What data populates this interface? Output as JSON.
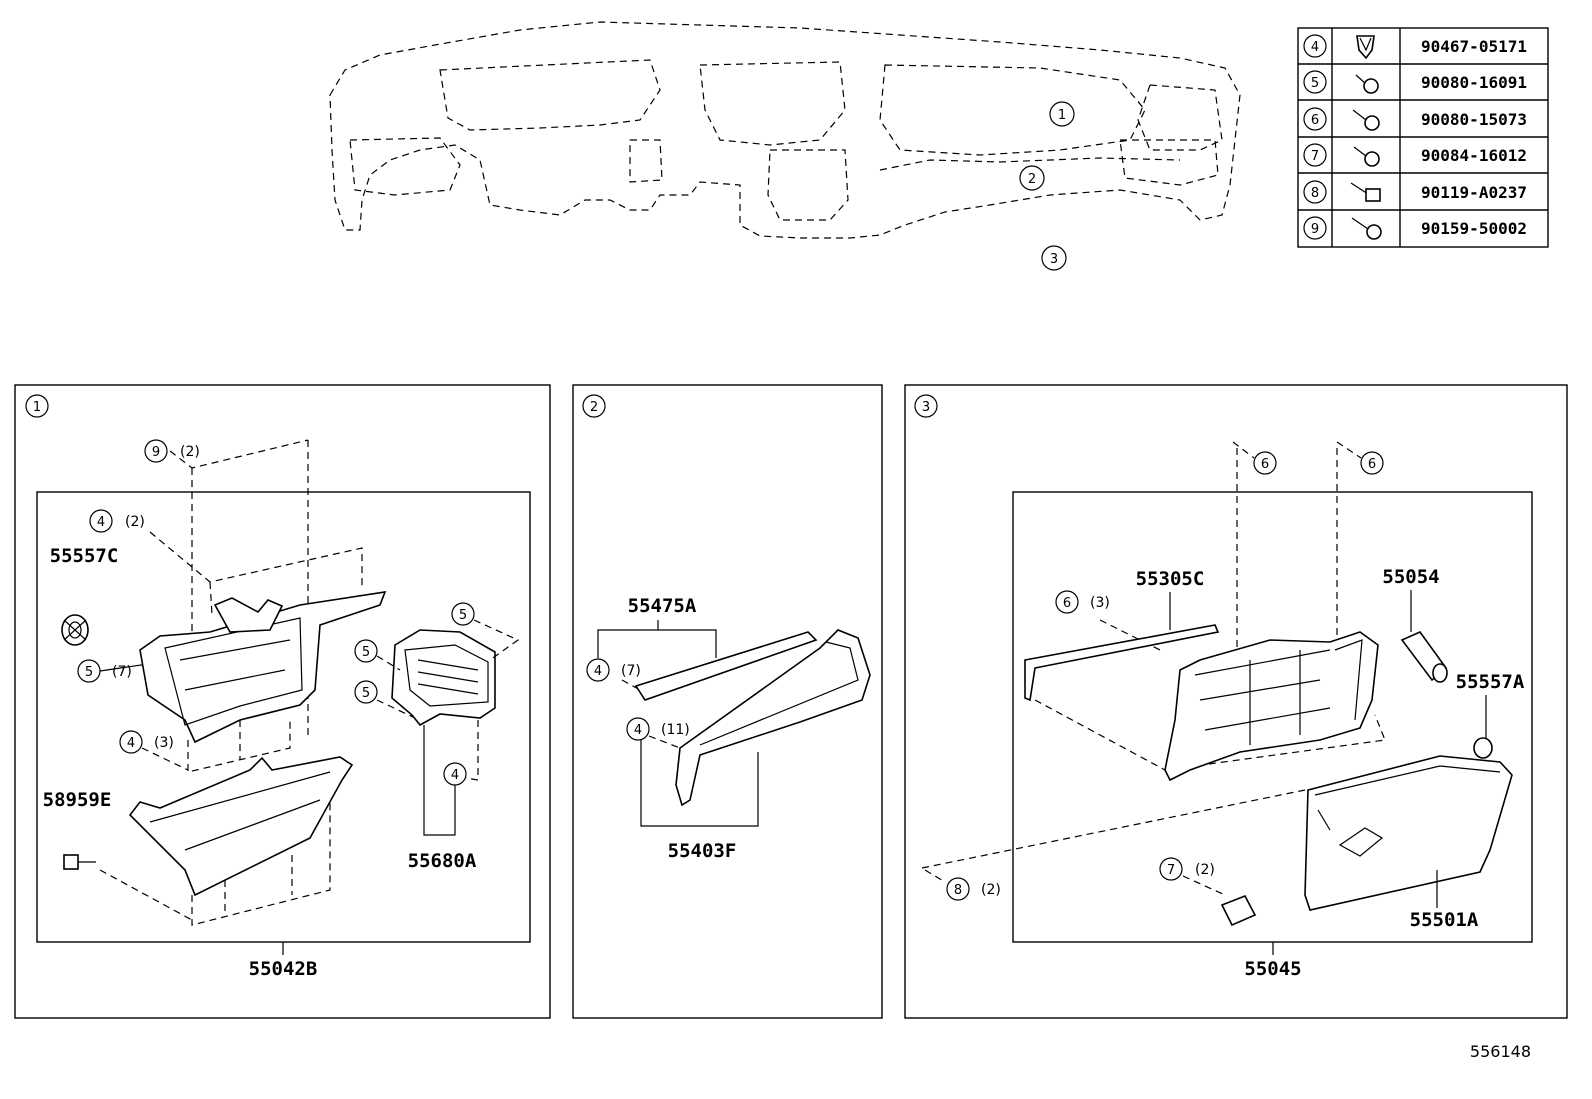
{
  "fastener_table": [
    {
      "ref": "4",
      "part_number": "90467-05171",
      "icon": "clip-icon"
    },
    {
      "ref": "5",
      "part_number": "90080-16091",
      "icon": "screw-icon"
    },
    {
      "ref": "6",
      "part_number": "90080-15073",
      "icon": "screw-icon"
    },
    {
      "ref": "7",
      "part_number": "90084-16012",
      "icon": "screw-icon"
    },
    {
      "ref": "8",
      "part_number": "90119-A0237",
      "icon": "bolt-icon"
    },
    {
      "ref": "9",
      "part_number": "90159-50002",
      "icon": "screw-icon"
    }
  ],
  "overview": {
    "callouts": [
      "1",
      "2",
      "3"
    ]
  },
  "panel1": {
    "index": "1",
    "assembly": "55042B",
    "parts": {
      "p55557C": "55557C",
      "p58959E": "58959E",
      "p55680A": "55680A"
    },
    "refs": {
      "r9": "9",
      "r9q": "(2)",
      "r4a": "4",
      "r4aq": "(2)",
      "r5a": "5",
      "r5aq": "(7)",
      "r4b": "4",
      "r4bq": "(3)",
      "r5b": "5",
      "r5c": "5",
      "r5d": "5",
      "r4c": "4"
    }
  },
  "panel2": {
    "index": "2",
    "parts": {
      "p55475A": "55475A",
      "p55403F": "55403F"
    },
    "refs": {
      "r4a": "4",
      "r4aq": "(7)",
      "r4b": "4",
      "r4bq": "(11)"
    }
  },
  "panel3": {
    "index": "3",
    "assembly": "55045",
    "parts": {
      "p55305C": "55305C",
      "p55054": "55054",
      "p55557A": "55557A",
      "p55501A": "55501A"
    },
    "refs": {
      "r6a": "6",
      "r6b": "6",
      "r6c": "6",
      "r6cq": "(3)",
      "r8": "8",
      "r8q": "(2)",
      "r7": "7",
      "r7q": "(2)"
    }
  },
  "figure_id": "556148"
}
